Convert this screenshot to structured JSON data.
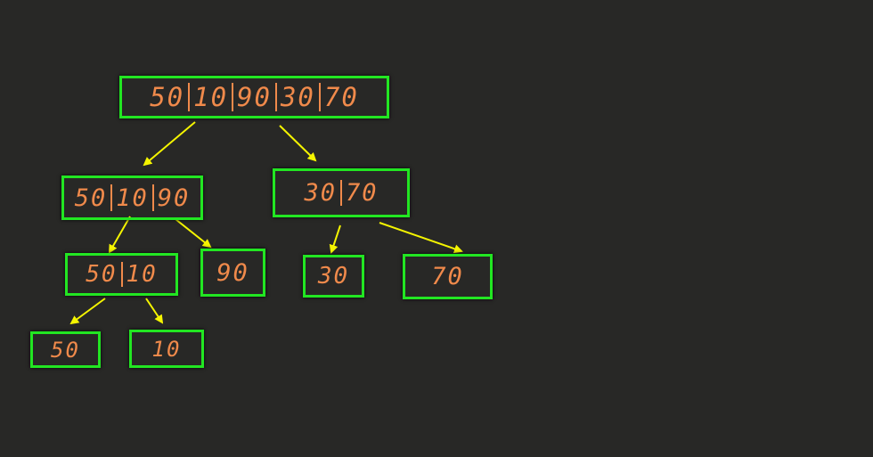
{
  "colors": {
    "background": "#282826",
    "box_border": "#22e622",
    "text": "#f08a4b",
    "arrow": "#f5f500"
  },
  "tree": {
    "root": [
      "50",
      "10",
      "90",
      "30",
      "70"
    ],
    "left": [
      "50",
      "10",
      "90"
    ],
    "right": [
      "30",
      "70"
    ],
    "left_left": [
      "50",
      "10"
    ],
    "left_right": [
      "90"
    ],
    "right_left": [
      "30"
    ],
    "right_right": [
      "70"
    ],
    "leaf_50": [
      "50"
    ],
    "leaf_10": [
      "10"
    ]
  }
}
